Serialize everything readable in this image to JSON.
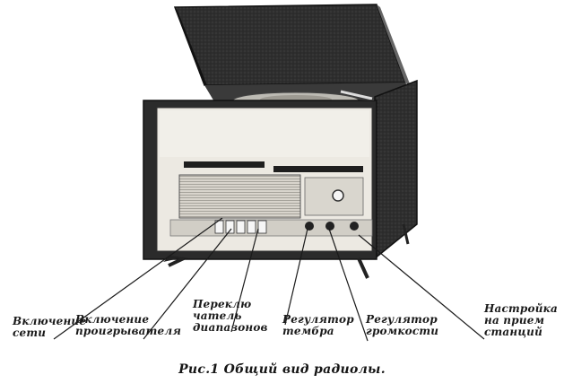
{
  "figure": {
    "caption": "Рис.1 Общий вид радиолы.",
    "callouts": [
      {
        "id": "power",
        "text": "Включение\nсети"
      },
      {
        "id": "turntable",
        "text": "Включение\nпроигрывателя"
      },
      {
        "id": "band",
        "text": "Переклю\nчатель\nдиапазонов"
      },
      {
        "id": "tone",
        "text": "Регулятор\nтембра"
      },
      {
        "id": "volume",
        "text": "Регулятор\nгромкости"
      },
      {
        "id": "tuning",
        "text": "Настройка\nна прием\nстанций"
      }
    ]
  },
  "colors": {
    "ink": "#1a1a1a",
    "cabinet_dark": "#2b2b2b",
    "panel_light": "#e9e6df",
    "paper": "#ffffff"
  }
}
